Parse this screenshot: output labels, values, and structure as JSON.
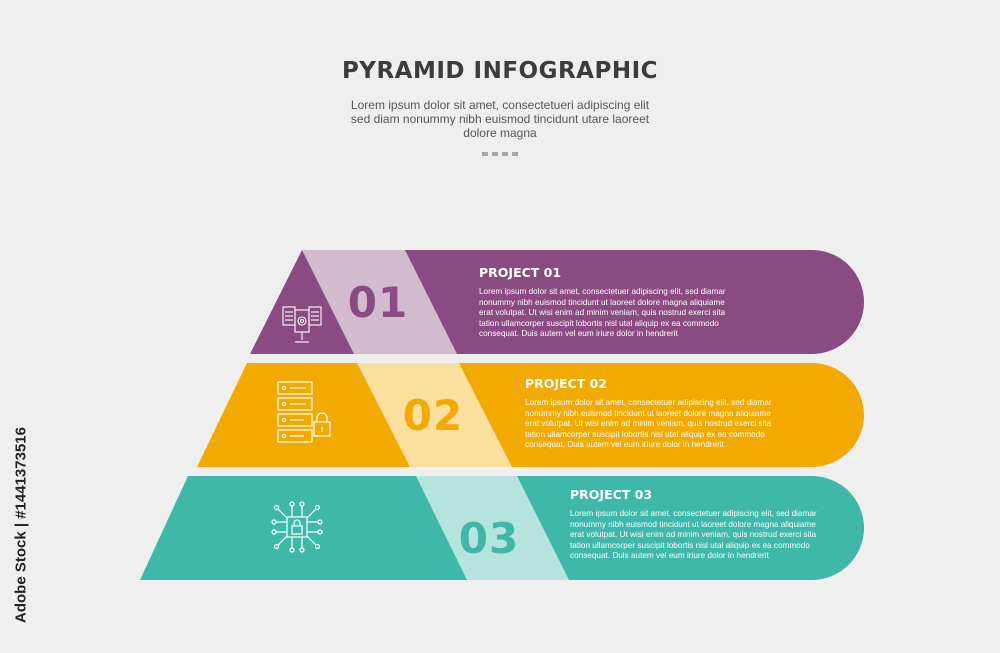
{
  "header": {
    "title": "PYRAMID INFOGRAPHIC",
    "subtitle": "Lorem ipsum dolor sit amet, consectetueri adipiscing elit sed diam nonummy nibh euismod tincidunt utare laoreet dolore magna"
  },
  "tiers": [
    {
      "number": "01",
      "title": "PROJECT 01",
      "description": "Lorem ipsum dolor sit amet, consectetuer adipiscing elit, sed diamar nonummy nibh euismod tincidunt ut laoreet dolore magna aliquiame erat volutpat. Ut wisi enim ad minim veniam, quis nostrud exerci sita tation ullamcorper suscipit lobortis nisl utal aliquip ex ea commodo consequat. Duis autem vel eum iriure dolor in hendrerit",
      "icon": "server-settings-icon",
      "color": "#8a4a82"
    },
    {
      "number": "02",
      "title": "PROJECT 02",
      "description": "Lorem ipsum dolor sit amet, consectetuer adipiscing elit, sed diamar nonummy nibh euismod tincidunt ut laoreet dolore magna aliquiame erat volutpat. Ut wisi enim ad minim veniam, quis nostrud exerci sita tation ullamcorper suscipit lobortis nisl utal aliquip ex ea commodo consequat. Duis autem vel eum iriure dolor in hendrerit",
      "icon": "server-lock-icon",
      "color": "#f2aa00"
    },
    {
      "number": "03",
      "title": "PROJECT 03",
      "description": "Lorem ipsum dolor sit amet, consectetuer adipiscing elit, sed diamar nonummy nibh euismod tincidunt ut laoreet dolore magna aliquiame erat volutpat. Ut wisi enim ad minim veniam, quis nostrud exerci sita tation ullamcorper suscipit lobortis nisl utal aliquip ex ea commodo consequat. Duis autem vel eum iriure dolor in hendrerit",
      "icon": "circuit-lock-icon",
      "color": "#3eb8a9"
    }
  ],
  "credit": "Adobe Stock | #1441373516"
}
